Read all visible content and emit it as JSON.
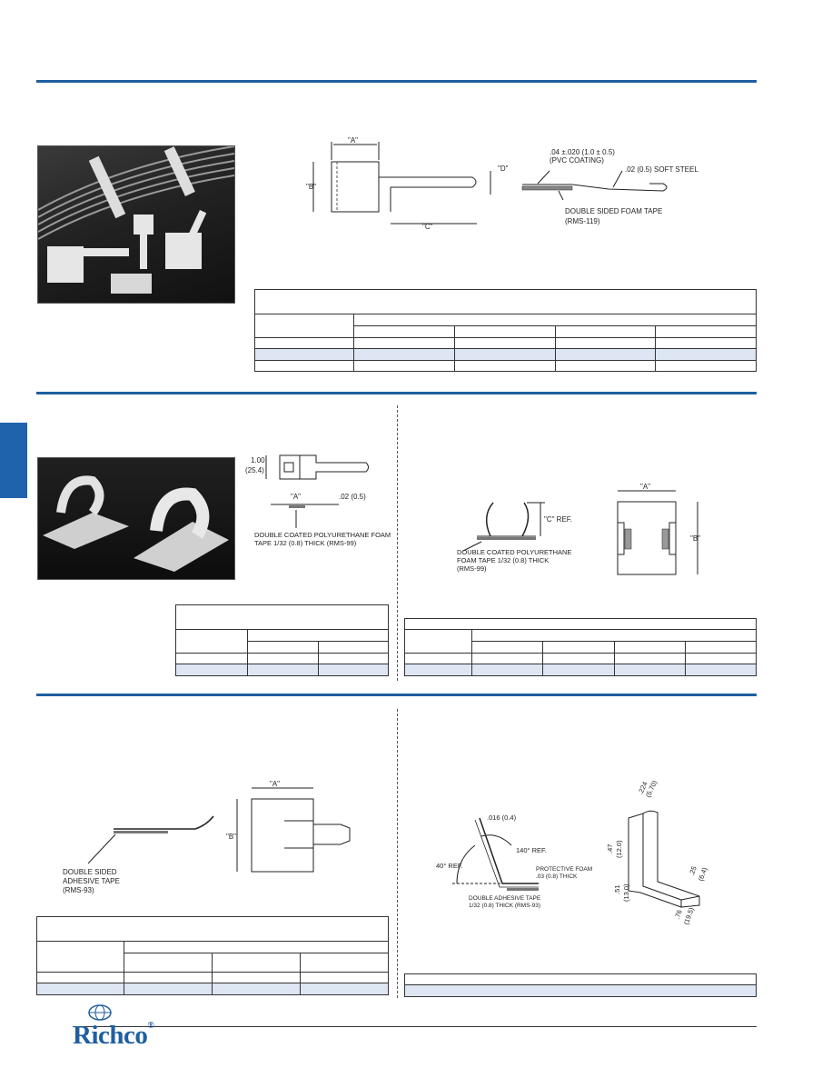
{
  "colors": {
    "accent": "#1f5fa0",
    "table_shade": "#dde6f2"
  },
  "section1": {
    "labels": {
      "A": "\"A\"",
      "B": "\"B\"",
      "C": "\"C\"",
      "D": "\"D\"",
      "pvc": ".04 ±.020 (1.0 ± 0.5)",
      "pvc2": "(PVC COATING)",
      "steel": ".02 (0.5) SOFT STEEL",
      "tape": "DOUBLE SIDED FOAM TAPE",
      "tape2": "(RMS-119)"
    }
  },
  "section2_left": {
    "labels": {
      "dim1": "1.00",
      "dim1b": "(25.4)",
      "A": "\"A\"",
      "thk": ".02 (0.5)",
      "tape1": "DOUBLE COATED POLYURETHANE FOAM",
      "tape2": "TAPE 1/32 (0.8) THICK (RMS-99)"
    }
  },
  "section2_right": {
    "labels": {
      "C": "\"C\" REF.",
      "A": "\"A\"",
      "B": "\"B\"",
      "tape1": "DOUBLE COATED POLYURETHANE",
      "tape2": "FOAM TAPE 1/32 (0.8) THICK",
      "tape3": "(RMS-99)"
    }
  },
  "section3_left": {
    "labels": {
      "A": "\"A\"",
      "B": "\"B\"",
      "tape1": "DOUBLE SIDED",
      "tape2": "ADHESIVE TAPE",
      "tape3": "(RMS-93)"
    }
  },
  "section3_right": {
    "labels": {
      "t016": ".016 (0.4)",
      "ref140": "140° REF.",
      "ref40": "40° REF.",
      "prot1": "PROTECTIVE FOAM",
      "prot2": ".03 (0.8) THICK",
      "dbl1": "DOUBLE ADHESIVE TAPE",
      "dbl2": "1/32 (0.8) THICK (RMS-93)",
      "d224": ".224",
      "d224b": "(5.70)",
      "d47": ".47",
      "d47b": "(12.0)",
      "d51": ".51",
      "d51b": "(13.0)",
      "d76": ".76",
      "d76b": "(19.5)",
      "d25": ".25",
      "d25b": "(6.4)"
    }
  },
  "footer": {
    "logo": "Richco",
    "reg": "®"
  }
}
